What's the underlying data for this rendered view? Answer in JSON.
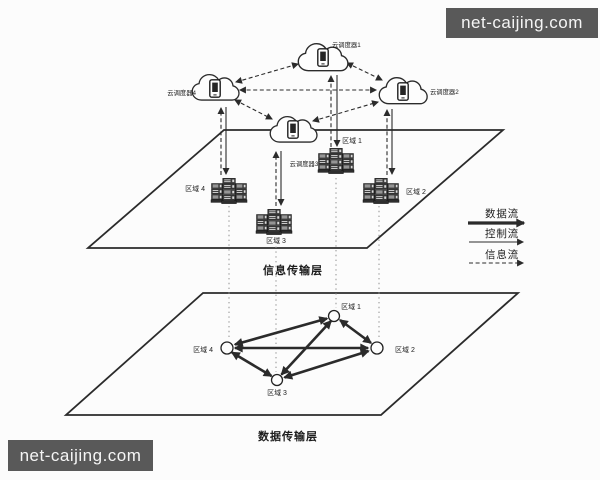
{
  "figure": {
    "upper_layer_label": "信息传输层",
    "lower_layer_label": "数据传输层"
  },
  "clouds": [
    {
      "label": "云调度器1"
    },
    {
      "label": "云调度器2"
    },
    {
      "label": "云调度器3"
    },
    {
      "label": "云调度器4"
    }
  ],
  "upper_regions": [
    {
      "label": "区域 1"
    },
    {
      "label": "区域 2"
    },
    {
      "label": "区域 3"
    },
    {
      "label": "区域 4"
    }
  ],
  "lower_regions": [
    {
      "label": "区域 1"
    },
    {
      "label": "区域 2"
    },
    {
      "label": "区域 3"
    },
    {
      "label": "区域 4"
    }
  ],
  "legend": {
    "items": [
      {
        "label": "数据流",
        "line_style": "thick-solid"
      },
      {
        "label": "控制流",
        "line_style": "thin-solid"
      },
      {
        "label": "信息流",
        "line_style": "dashed"
      }
    ]
  },
  "watermark": {
    "text": "net-caijing.com"
  },
  "colors": {
    "ink": "#2b2b2b",
    "background": "#fcfcfc",
    "watermark_bg": "#595959",
    "watermark_text": "#f5f5f5",
    "server_fill": "#3d3d3d"
  }
}
